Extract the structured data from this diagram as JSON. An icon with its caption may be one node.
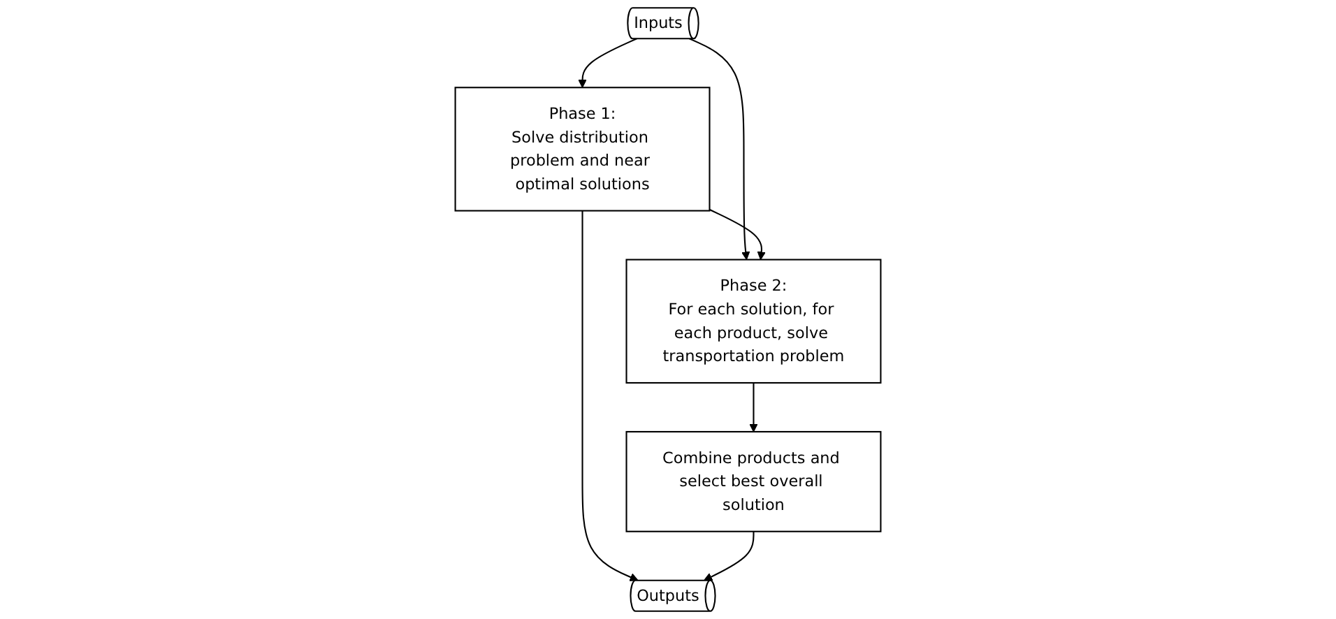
{
  "diagram": {
    "nodes": [
      {
        "text": [
          "Inputs"
        ]
      },
      {
        "text": [
          "Phase 1:",
          "Solve distribution problem and near optimal solutions"
        ]
      },
      {
        "text": [
          "Phase 2:",
          "For each solution, for each product, solve transportation problem"
        ]
      },
      {
        "text": [
          "Combine products and select best overall solution"
        ]
      },
      {
        "text": [
          "Outputs"
        ]
      }
    ],
    "edges": [
      {
        "from": 0,
        "to": 1,
        "arrow": "to"
      },
      {
        "from": 0,
        "to": 2,
        "arrow": "to"
      },
      {
        "from": 1,
        "to": 2,
        "arrow": "to"
      },
      {
        "from": 2,
        "to": 3,
        "arrow": "to"
      },
      {
        "from": 1,
        "to": 4,
        "arrow": "to"
      },
      {
        "from": 3,
        "to": 4,
        "arrow": "to"
      }
    ]
  }
}
